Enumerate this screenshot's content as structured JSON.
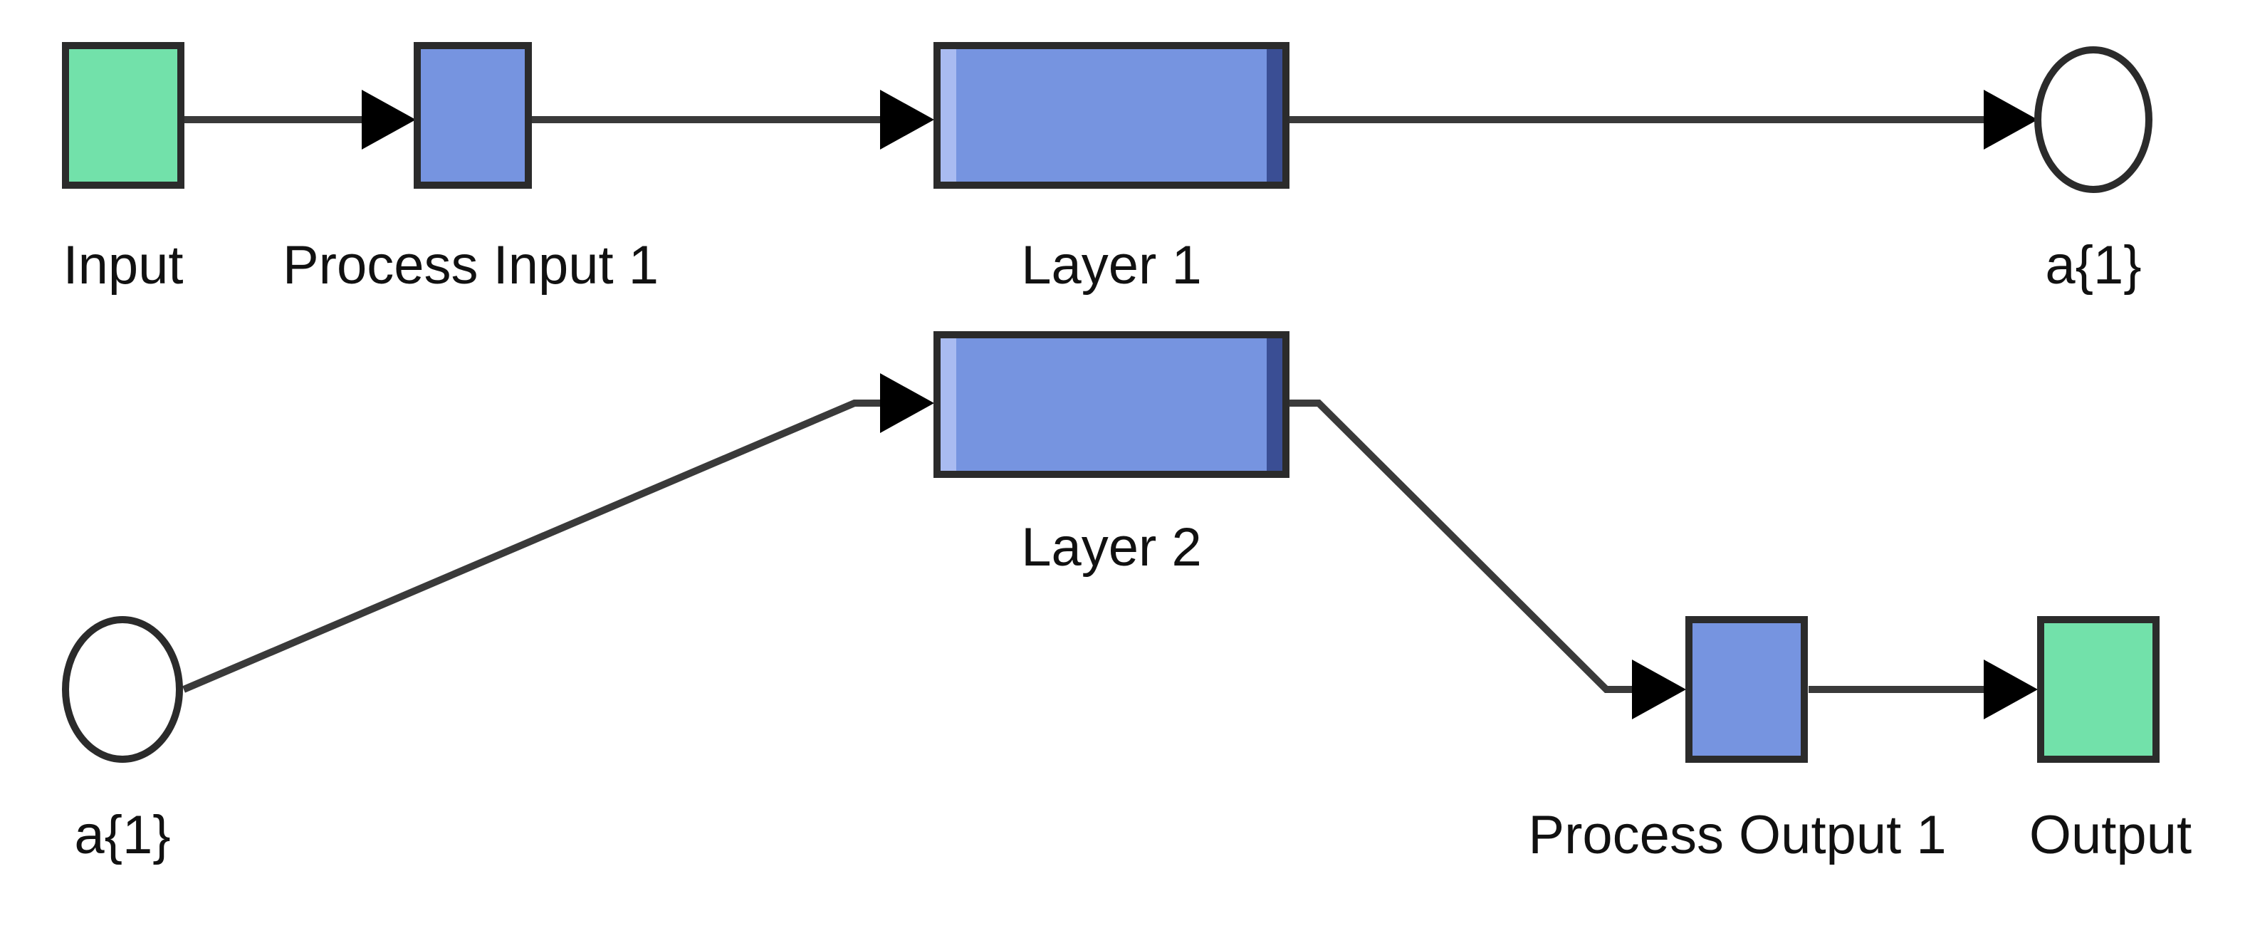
{
  "nodes": {
    "input": {
      "label": "Input"
    },
    "process_input": {
      "label": "Process Input 1"
    },
    "layer1": {
      "label": "Layer 1"
    },
    "out_a1": {
      "label": "a{1}"
    },
    "in_a1": {
      "label": "a{1}"
    },
    "layer2": {
      "label": "Layer 2"
    },
    "process_output": {
      "label": "Process Output 1"
    },
    "output": {
      "label": "Output"
    }
  },
  "colors": {
    "io_block": "#72E1AA",
    "process_block": "#7694E0",
    "layer_highlight": "#A9BBF1",
    "layer_shadow": "#3A4E94",
    "border": "#2B2B2B",
    "connector": "#3A3A3A",
    "arrow": "#000000"
  }
}
